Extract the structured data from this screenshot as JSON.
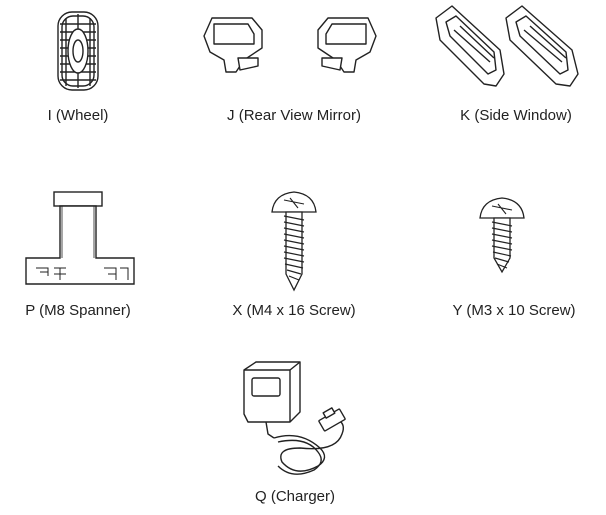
{
  "parts": [
    {
      "id": "I",
      "label": "I (Wheel)",
      "icon": "wheel-icon"
    },
    {
      "id": "J",
      "label": "J (Rear View Mirror)",
      "icon": "rear-view-mirror-icon"
    },
    {
      "id": "K",
      "label": "K (Side Window)",
      "icon": "side-window-icon"
    },
    {
      "id": "P",
      "label": "P (M8 Spanner)",
      "icon": "spanner-icon"
    },
    {
      "id": "X",
      "label": "X (M4 x 16 Screw)",
      "icon": "m4-screw-icon"
    },
    {
      "id": "Y",
      "label": "Y (M3 x 10 Screw)",
      "icon": "m3-screw-icon"
    },
    {
      "id": "Q",
      "label": "Q (Charger)",
      "icon": "charger-icon"
    }
  ]
}
